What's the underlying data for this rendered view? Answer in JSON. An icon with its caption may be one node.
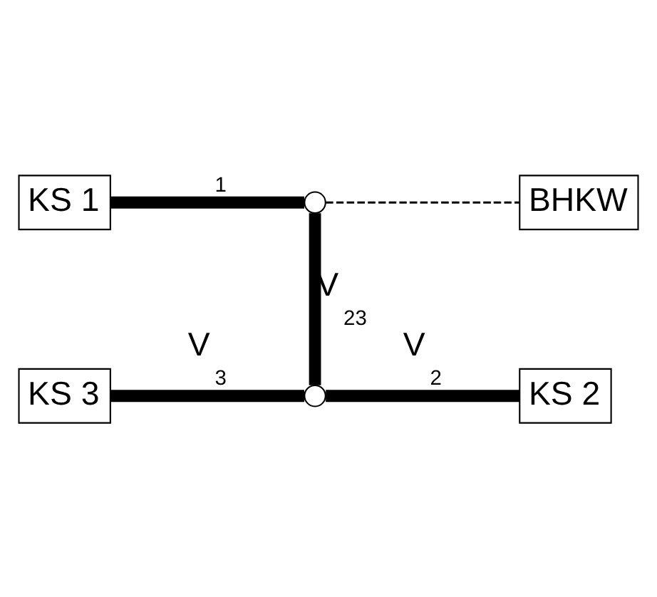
{
  "diagram": {
    "nodes": [
      {
        "text": [
          "KS 1"
        ]
      },
      {
        "text": [],
        "shape": "circle"
      },
      {
        "text": [
          "BHKW"
        ]
      },
      {
        "text": [
          "KS 3"
        ]
      },
      {
        "text": [],
        "shape": "circle"
      },
      {
        "text": [
          "KS 2"
        ]
      }
    ],
    "edges": [
      {
        "from": 0,
        "to": 1,
        "arrow": "none",
        "label": "V$_{1}$"
      },
      {
        "from": 1,
        "to": 2,
        "arrow": "none",
        "style": "dashed"
      },
      {
        "from": 1,
        "to": 4,
        "arrow": "none",
        "label": "V$_{23}$"
      },
      {
        "from": 3,
        "to": 4,
        "arrow": "none",
        "label": "V$_{3}$"
      },
      {
        "from": 4,
        "to": 5,
        "arrow": "none",
        "label": "V$_{2}$"
      }
    ]
  }
}
